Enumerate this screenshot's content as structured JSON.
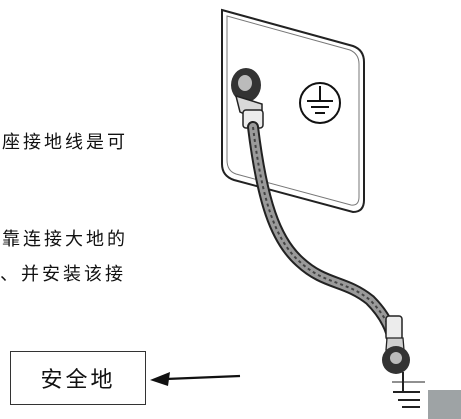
{
  "text_lines": [
    "座接地线是可",
    "靠连接大地的",
    "、并安装该接"
  ],
  "label": "安全地",
  "icons": {
    "ground_symbol": "earth-ground-icon",
    "arrow": "left-arrow-icon",
    "illustration": "grounding-cable-illustration"
  }
}
